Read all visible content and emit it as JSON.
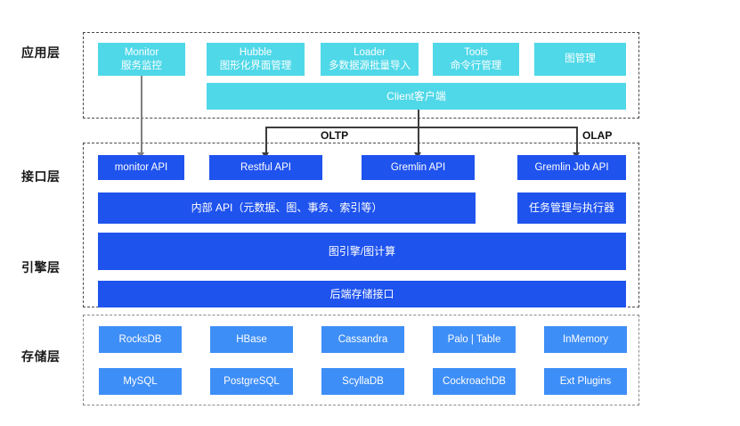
{
  "layers": [
    {
      "id": "application",
      "label": "应用层"
    },
    {
      "id": "interface",
      "label": "接口层"
    },
    {
      "id": "engine",
      "label": "引擎层"
    },
    {
      "id": "storage",
      "label": "存储层"
    }
  ],
  "application": {
    "tools": [
      {
        "line1": "Monitor",
        "line2": "服务监控"
      },
      {
        "line1": "Hubble",
        "line2": "图形化界面管理"
      },
      {
        "line1": "Loader",
        "line2": "多数据源批量导入"
      },
      {
        "line1": "Tools",
        "line2": "命令行管理"
      },
      {
        "line1": "图管理",
        "line2": ""
      }
    ],
    "client_bar": "Client客户端"
  },
  "interface": {
    "apis": [
      {
        "label": "monitor API"
      },
      {
        "label": "Restful API"
      },
      {
        "label": "Gremlin API"
      },
      {
        "label": "Gremlin Job API"
      }
    ],
    "internal_api": "内部 API（元数据、图、事务、索引等）",
    "task_manager": "任务管理与执行器"
  },
  "engine": {
    "rows": [
      {
        "label": "图引擎/图计算"
      },
      {
        "label": "后端存储接口"
      }
    ]
  },
  "storage": {
    "row1": [
      {
        "label": "RocksDB"
      },
      {
        "label": "HBase"
      },
      {
        "label": "Cassandra"
      },
      {
        "label": "Palo | Table"
      },
      {
        "label": "InMemory"
      }
    ],
    "row2": [
      {
        "label": "MySQL"
      },
      {
        "label": "PostgreSQL"
      },
      {
        "label": "ScyllaDB"
      },
      {
        "label": "CockroachDB"
      },
      {
        "label": "Ext Plugins"
      }
    ]
  },
  "flows": {
    "oltp": "OLTP",
    "olap": "OLAP"
  },
  "colors": {
    "app_cyan": "#4FD8E8",
    "api_blue": "#1F53EE",
    "storage_blue": "#3E8EF7",
    "connector_grey": "#808080",
    "connector_dark": "#3c3c3c",
    "layer_border": "#4a4a4a",
    "text_dark": "#1a1a1a"
  }
}
